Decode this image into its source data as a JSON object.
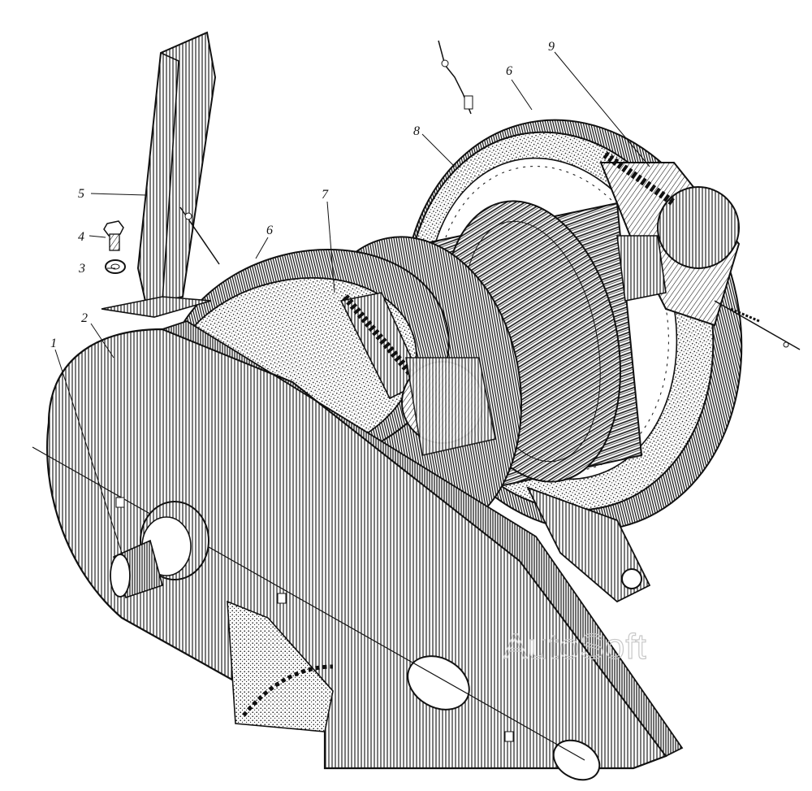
{
  "labels": {
    "l1": "1",
    "l2": "2",
    "l3": "3",
    "l4": "4",
    "l5": "5",
    "l6a": "6",
    "l6b": "6",
    "l7": "7",
    "l8": "8",
    "l9": "9"
  },
  "watermark": "AutoSoft",
  "colors": {
    "ink": "#111111",
    "paper": "#ffffff",
    "watermark": "#c8c8c8"
  }
}
